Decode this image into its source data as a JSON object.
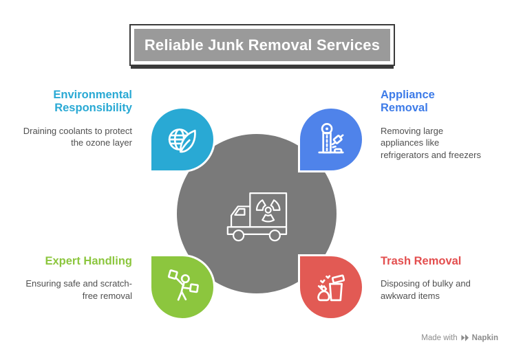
{
  "title": {
    "label": "Reliable Junk Removal Services",
    "bg_color": "#9a9a9a",
    "text_color": "#ffffff",
    "shadow_color": "#3a3a3a"
  },
  "center": {
    "icon": "radioactive-waste-truck-icon",
    "color": "#7a7a7a"
  },
  "nodes": [
    {
      "position": "top-left",
      "heading": "Environmental Responsibility",
      "body": "Draining coolants to protect the ozone layer",
      "color": "#29a9d4",
      "heading_color": "#29a9d4",
      "icon": "globe-leaf-icon"
    },
    {
      "position": "top-right",
      "heading": "Appliance Removal",
      "body": "Removing large appliances like refrigerators and freezers",
      "color": "#4f83ea",
      "heading_color": "#3d7be8",
      "icon": "appliance-icon"
    },
    {
      "position": "bottom-left",
      "heading": "Expert Handling",
      "body": "Ensuring safe and scratch-free removal",
      "color": "#8cc63e",
      "heading_color": "#8cc63e",
      "icon": "person-carrying-boxes-icon"
    },
    {
      "position": "bottom-right",
      "heading": "Trash Removal",
      "body": "Disposing of bulky and awkward items",
      "color": "#e25a54",
      "heading_color": "#e34e4e",
      "icon": "trash-bag-bin-icon"
    }
  ],
  "palette": {
    "background": "#ffffff",
    "body_text": "#4f4f4f",
    "watermark": "#8c8c8c"
  },
  "watermark": {
    "prefix": "Made with",
    "brand": "Napkin"
  }
}
